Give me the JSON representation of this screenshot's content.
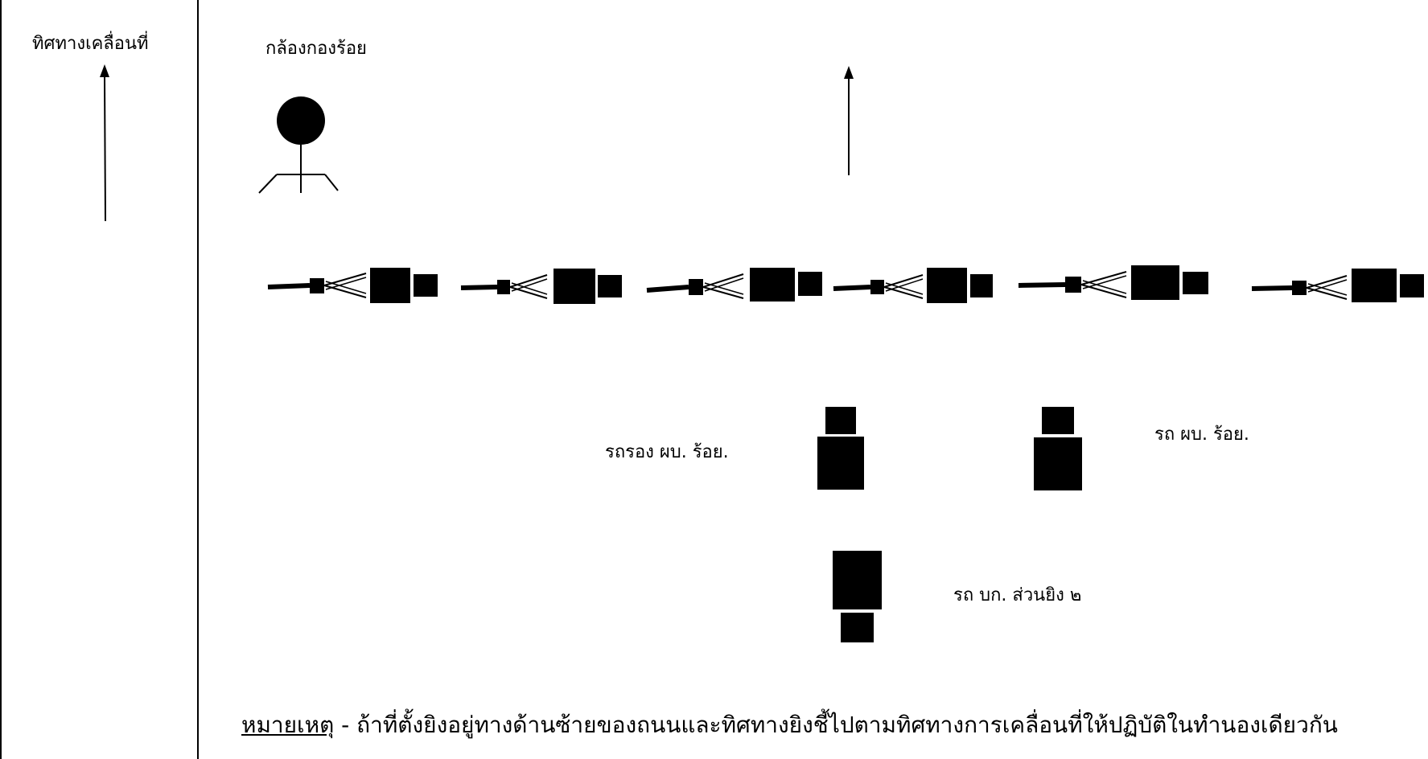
{
  "direction_label": "ทิศทางเคลื่อนที่",
  "camera_label": "กล้องกองร้อย",
  "vehicles": {
    "deputy_cmd_label": "รถรอง ผบ. ร้อย.",
    "cmd_label": "รถ ผบ. ร้อย.",
    "fire_section_label": "รถ บก. ส่วนยิง ๒"
  },
  "note": {
    "title": "หมายเหตุ",
    "text": " -  ถ้าที่ตั้งยิงอยู่ทางด้านซ้ายของถนนและทิศทางยิงชี้ไปตามทิศทางการเคลื่อนที่ให้ปฏิบัติในทำนองเดียวกัน"
  },
  "colors": {
    "ink": "#000000",
    "background": "#ffffff"
  }
}
